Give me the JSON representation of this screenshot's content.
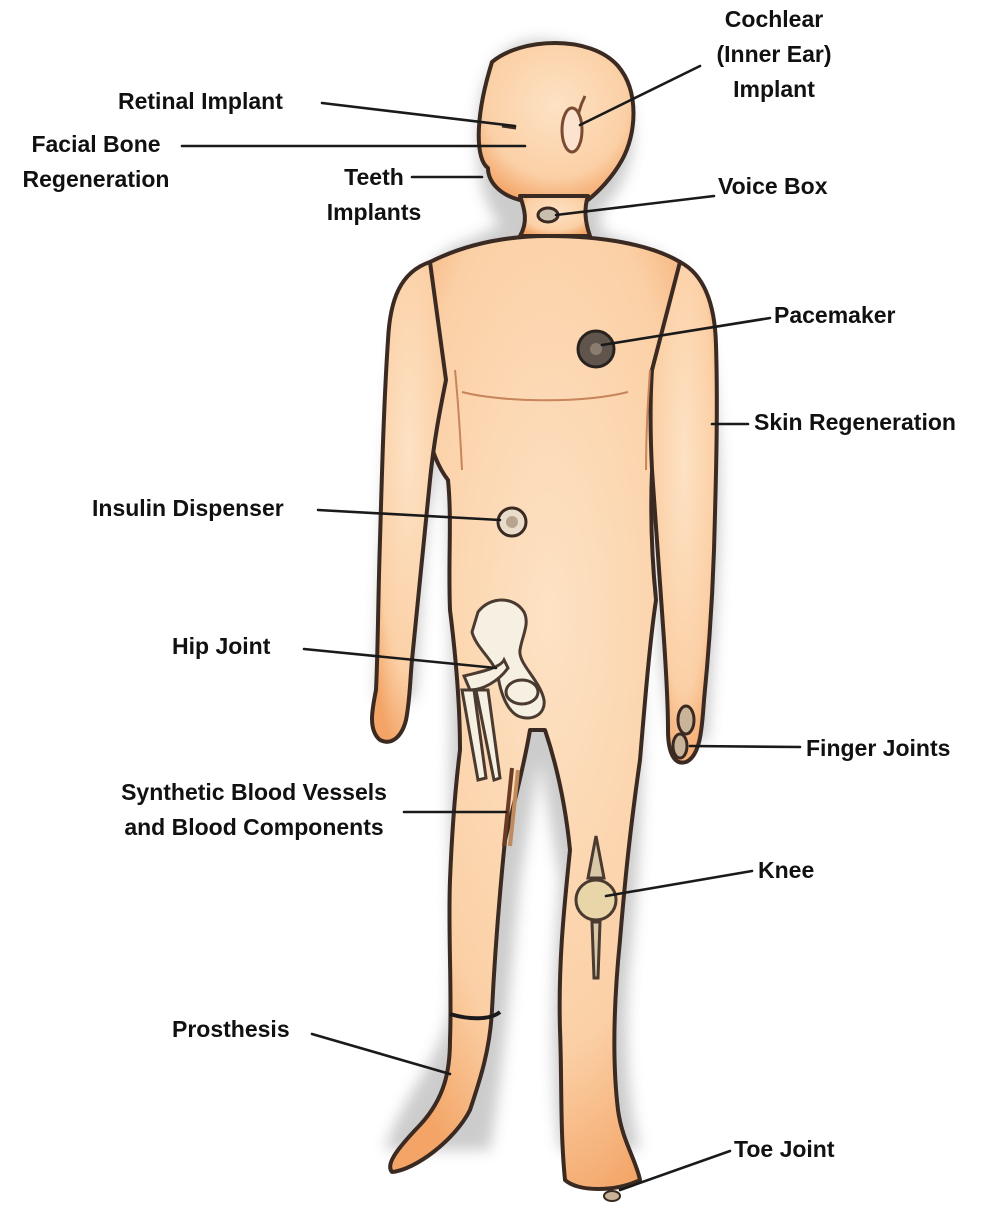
{
  "labels": {
    "cochlear": [
      "Cochlear",
      "(Inner Ear)",
      "Implant"
    ],
    "retinal": "Retinal Implant",
    "facial_bone": [
      "Facial Bone",
      "Regeneration"
    ],
    "teeth": [
      "Teeth",
      "Implants"
    ],
    "voice_box": "Voice Box",
    "pacemaker": "Pacemaker",
    "skin": "Skin Regeneration",
    "insulin": "Insulin Dispenser",
    "hip": "Hip Joint",
    "blood_vessels": [
      "Synthetic Blood Vessels",
      "and Blood Components"
    ],
    "finger": "Finger Joints",
    "knee": "Knee",
    "prosthesis": "Prosthesis",
    "toe": "Toe Joint"
  },
  "colors": {
    "skin": "#fbd3ac",
    "skin_edge": "#f2a36a",
    "outline": "#3a2a22",
    "bone": "#f6f0e2",
    "implant": "#7a6a5c"
  }
}
